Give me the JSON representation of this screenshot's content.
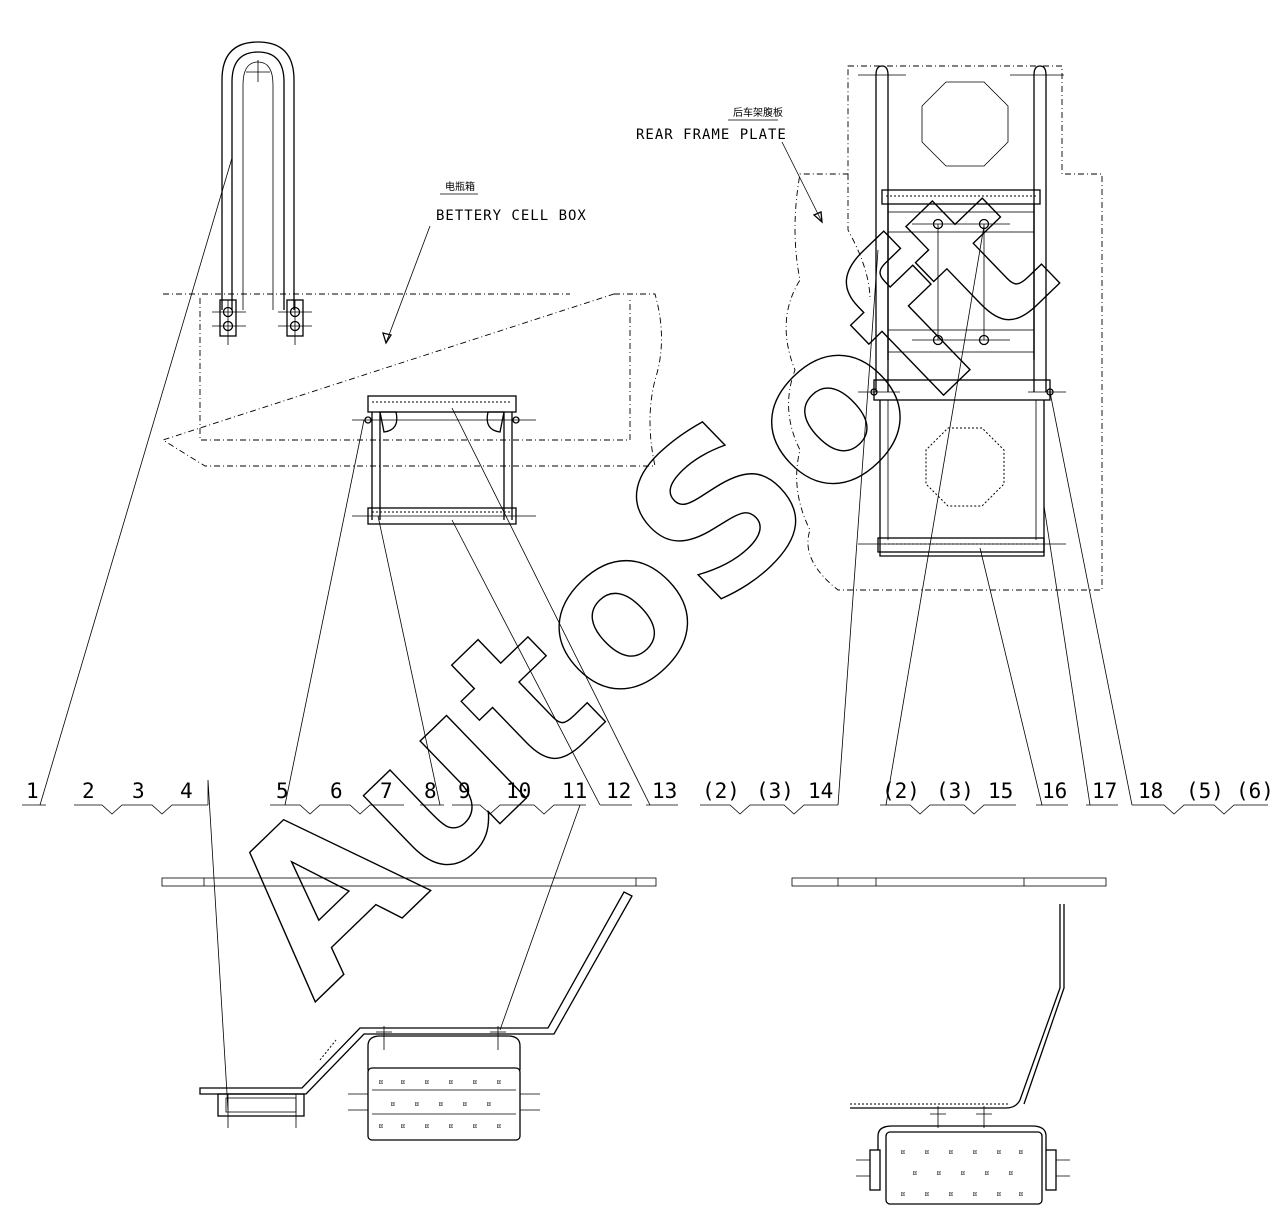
{
  "labels": {
    "battery_box_cn": "电瓶箱",
    "battery_box_en": "BETTERY CELL BOX",
    "rear_frame_cn": "后车架腹板",
    "rear_frame_en": "REAR FRAME PLATE"
  },
  "watermark": "AutoSoft",
  "callouts": [
    "1",
    "2",
    "3",
    "4",
    "5",
    "6",
    "7",
    "8",
    "9",
    "10",
    "11",
    "12",
    "13",
    "(2)",
    "(3)",
    "14",
    "(2)",
    "(3)",
    "15",
    "16",
    "17",
    "18",
    "(5)",
    "(6)"
  ]
}
